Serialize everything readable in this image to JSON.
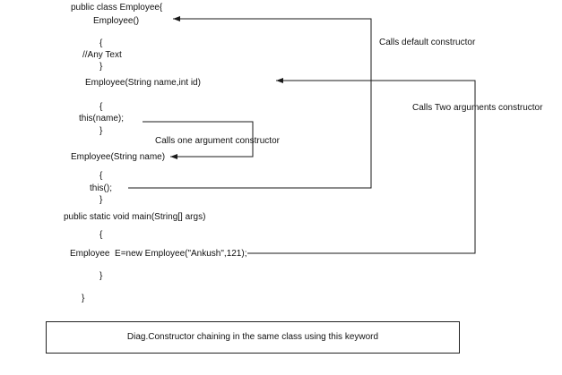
{
  "code_lines": {
    "class_decl": "public class Employee{",
    "ctor_default": "Employee()",
    "brace_open_1": "{",
    "comment": "//Any Text",
    "brace_close_1": "}",
    "ctor_two_args": "Employee(String name,int id)",
    "brace_open_2": "{",
    "this_name_call": "this(name);",
    "brace_close_2": "}",
    "ctor_one_arg": "Employee(String name)",
    "brace_open_3": "{",
    "this_call": "this();",
    "brace_close_3": "}",
    "main_decl": "public static void main(String[] args)",
    "brace_open_main": "{",
    "object_creation": "Employee  E=new Employee(\"Ankush\",121);",
    "brace_close_main": "}",
    "brace_close_class": "}"
  },
  "annotations": {
    "default_ctor": "Calls default constructor",
    "two_args_ctor": "Calls Two arguments constructor",
    "one_arg_ctor": "Calls one argument constructor"
  },
  "caption": "Diag.Constructor chaining in the same class using this keyword",
  "colors": {
    "line": "#1a1a1a",
    "text": "#111111"
  }
}
